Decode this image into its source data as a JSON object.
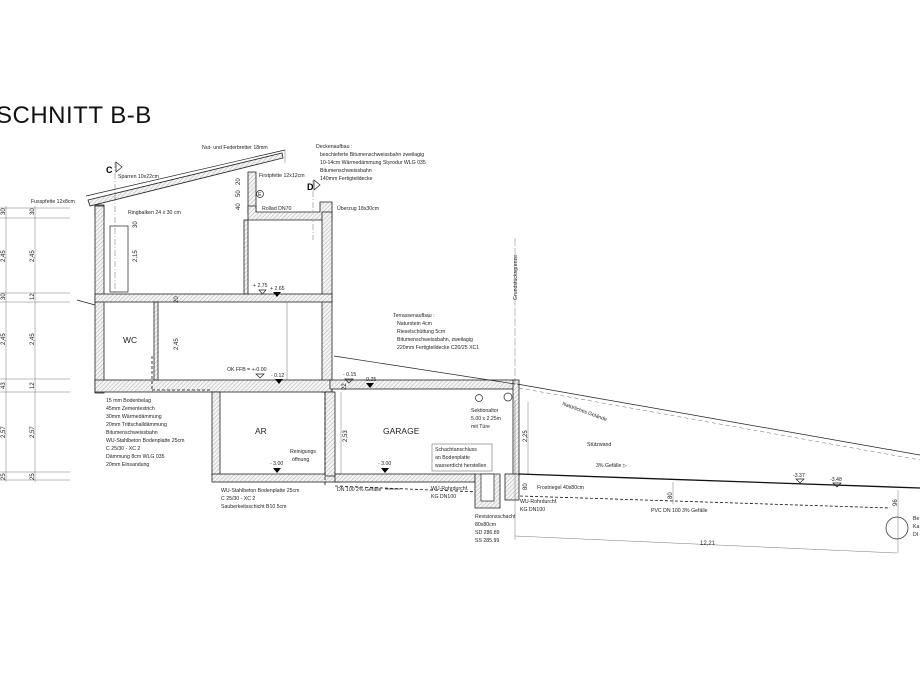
{
  "title": "SCHNITT B-B",
  "section_markers": {
    "c": "C",
    "d": "D"
  },
  "roof": {
    "nut_feder": "Nut- und Federbretter 18mm",
    "sparren": "Sparren 10x22cm",
    "fusspfette": "Fusspfette 12x8cm",
    "firstpfette": "Firstpfette 12x12cm",
    "ringbalken": "Ringbalken 24 x 30 cm",
    "ueberzug": "Überzug 18x30cm",
    "rolladen": "Rollad DN70",
    "dims": [
      "20",
      "50",
      "40"
    ]
  },
  "deckenaufbau": {
    "heading": "Deckenaufbau :",
    "lines": [
      "beschieferte Bitumenschweissbahn zweilagig",
      "10-14cm Wärmedämmung Styrodur WLG 035",
      "Bitumenschweissbahn",
      "140mm Fertigteildecke"
    ]
  },
  "terrassenaufbau": {
    "heading": "Terrassenaufbau :",
    "lines": [
      "Naturstein 4cm",
      "Rieselschüttung 5cm",
      "Bitumenschweissbahn, zweilagig",
      "220mm Fertigteildecke C20/25 XC1"
    ]
  },
  "bodenaufbau": {
    "lines": [
      "15 mm Bodenbelag",
      "45mm Zementestrich",
      "30mm Wärmedämmung",
      "20mm Trittschalldämmung",
      "Bitumenschweissbahn",
      "WU-Stahlbeton Bodenplatte 25cm",
      "C 25/30 - XC 2",
      "Dämmung 8cm WLG 035",
      "20mm Einsandung"
    ]
  },
  "bodenplatte_note": {
    "lines": [
      "WU-Stahlbeton Bodenplatte 25cm",
      "C 25/30 - XC 2",
      "Sauberkeitsschicht B10 5cm"
    ]
  },
  "rooms": {
    "wc": "WC",
    "ar": "AR",
    "garage": "GARAGE"
  },
  "levels": {
    "ug_upper_rough": "+ 2.75",
    "ug_upper_finish": "+ 2.65",
    "okffb": "OK FFB = +-0.00",
    "eg_rough": "- 0.12",
    "terrace_a": "- 0.15",
    "terrace_b": "- 0.25",
    "ar_floor": "- 3.00",
    "garage_floor": "- 3.00",
    "ground_a": "-3.37",
    "ground_b": "-3.48"
  },
  "room_dims": {
    "window_h": "2,15",
    "window_top": "30",
    "slab": "20",
    "eg_h": "2,45",
    "garage_h": "2,53",
    "garage_slab": "22",
    "door_h": "2,25",
    "frost_h": "80",
    "frost_h2": "80",
    "pipe_depth": "96",
    "total_len": "12,21"
  },
  "left_dims": {
    "outer": [
      "30",
      "2,45",
      "30",
      "2,45",
      "43",
      "2,57",
      "25"
    ],
    "inner": [
      "30",
      "2,45",
      "12",
      "2,45",
      "12",
      "2,57",
      "25"
    ]
  },
  "annotations": {
    "reinigung": [
      "Reinigungs",
      "öffnung"
    ],
    "dn100": "DN 100 2% Gefälle",
    "wu_rohr_1": [
      "WU-Rohrdurchf.",
      "KG DN100"
    ],
    "wu_rohr_2": [
      "WU-Rohrdurchf.",
      "KG DN100"
    ],
    "sektionaltor": [
      "Sektionaltor",
      "5.00 x 2.25m",
      "mit Türe"
    ],
    "schacht": [
      "Schachtanschluss",
      "an Bodenplatte",
      "wasserdicht herstellen"
    ],
    "revisionsschacht": [
      "Revisionsschacht",
      "80x80cm",
      "SD 286.89",
      "SS 285.99"
    ],
    "frostriegel": "Frostriegel 40x80cm",
    "pvc": "PVC DN 100 3% Gefälle",
    "grundstuecksgrenze": "Grundstücksgrenze",
    "gelaende": "Natürliches Gelände",
    "stuetzwand": "Stützwand",
    "gefaelle3": "3% Gefälle ▷",
    "right_cut": [
      "Be",
      "Ka",
      "DI"
    ],
    "e_marker": "E"
  }
}
